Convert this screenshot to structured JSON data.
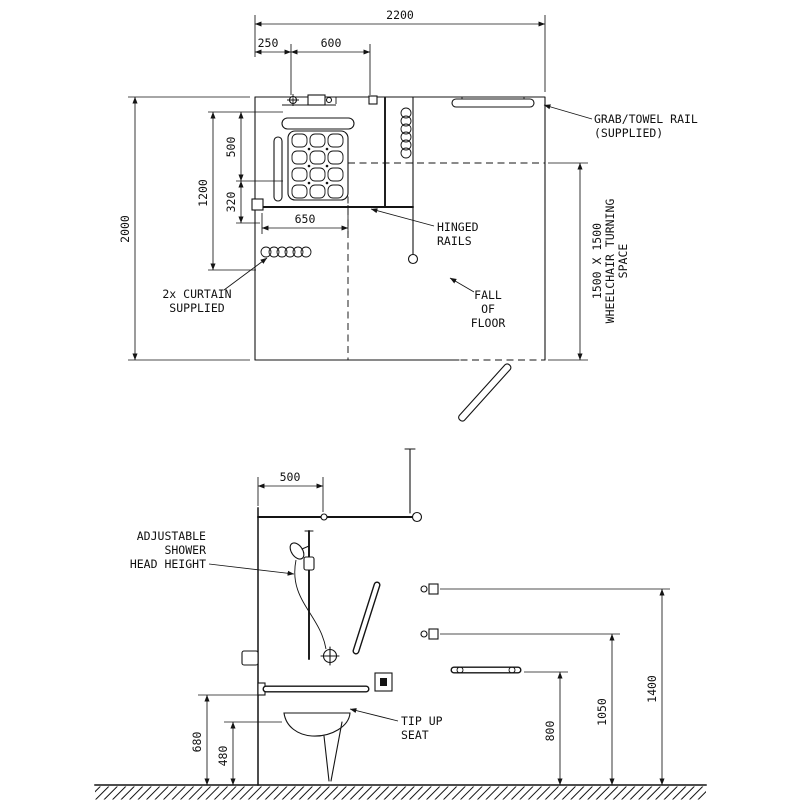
{
  "plan": {
    "dims": {
      "d2200": "2200",
      "d250": "250",
      "d600": "600",
      "d2000": "2000",
      "d500": "500",
      "d1200": "1200",
      "d320": "320",
      "d650": "650"
    },
    "turning_space": [
      "1500 X 1500",
      "WHEELCHAIR TURNING",
      "SPACE"
    ],
    "labels": {
      "grab_rail": [
        "GRAB/TOWEL RAIL",
        "(SUPPLIED)"
      ],
      "hinged_rails": [
        "HINGED",
        "RAILS"
      ],
      "fall_of_floor": [
        "FALL",
        "OF",
        "FLOOR"
      ],
      "curtain": [
        "2x CURTAIN",
        "SUPPLIED"
      ]
    }
  },
  "elevation": {
    "dims": {
      "d500": "500",
      "d680": "680",
      "d480": "480",
      "d800": "800",
      "d1050": "1050",
      "d1400": "1400"
    },
    "labels": {
      "shower_head": [
        "ADJUSTABLE",
        "SHOWER",
        "HEAD HEIGHT"
      ],
      "tip_up_seat": [
        "TIP UP",
        "SEAT"
      ]
    }
  },
  "colors": {
    "line": "#141414",
    "background": "#ffffff"
  }
}
